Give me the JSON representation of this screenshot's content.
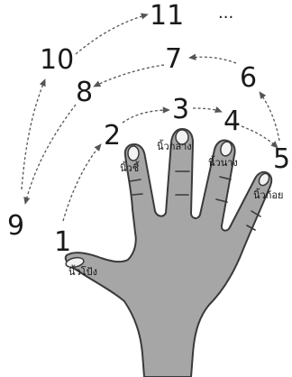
{
  "counting": {
    "n1": "1",
    "n2": "2",
    "n3": "3",
    "n4": "4",
    "n5": "5",
    "n6": "6",
    "n7": "7",
    "n8": "8",
    "n9": "9",
    "n10": "10",
    "n11": "11",
    "more": "..."
  },
  "fingers": {
    "thumb": "นิ้วโป้ง",
    "index": "นิ้วชี้",
    "middle": "นิ้วกลาง",
    "ring": "นิ้วนาง",
    "pinky": "นิ้วก้อย"
  },
  "colors": {
    "skin": "#a6a6a6",
    "outline": "#3a3a3a",
    "nail": "#f2f2f2",
    "arrow": "#555555"
  }
}
